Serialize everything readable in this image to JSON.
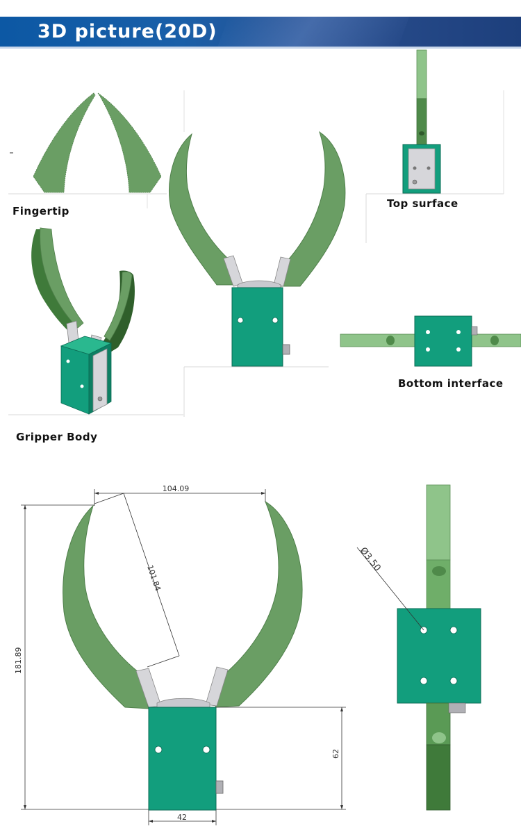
{
  "header": {
    "title": "3D picture(20D)"
  },
  "views": {
    "fingertip": "Fingertip",
    "top_surface": "Top surface",
    "gripper_body": "Gripper Body",
    "bottom_interface": "Bottom interface"
  },
  "dimensions": {
    "top_width": "104.09",
    "finger_length": "101.84",
    "total_height": "181.89",
    "body_height": "62",
    "body_width": "42",
    "hole_diameter": "Ø3.50"
  },
  "colors": {
    "finger_green": "#6a9e64",
    "body_teal": "#129e7d",
    "banner_blue": "#0c58a4",
    "steel": "#d6d6da"
  }
}
